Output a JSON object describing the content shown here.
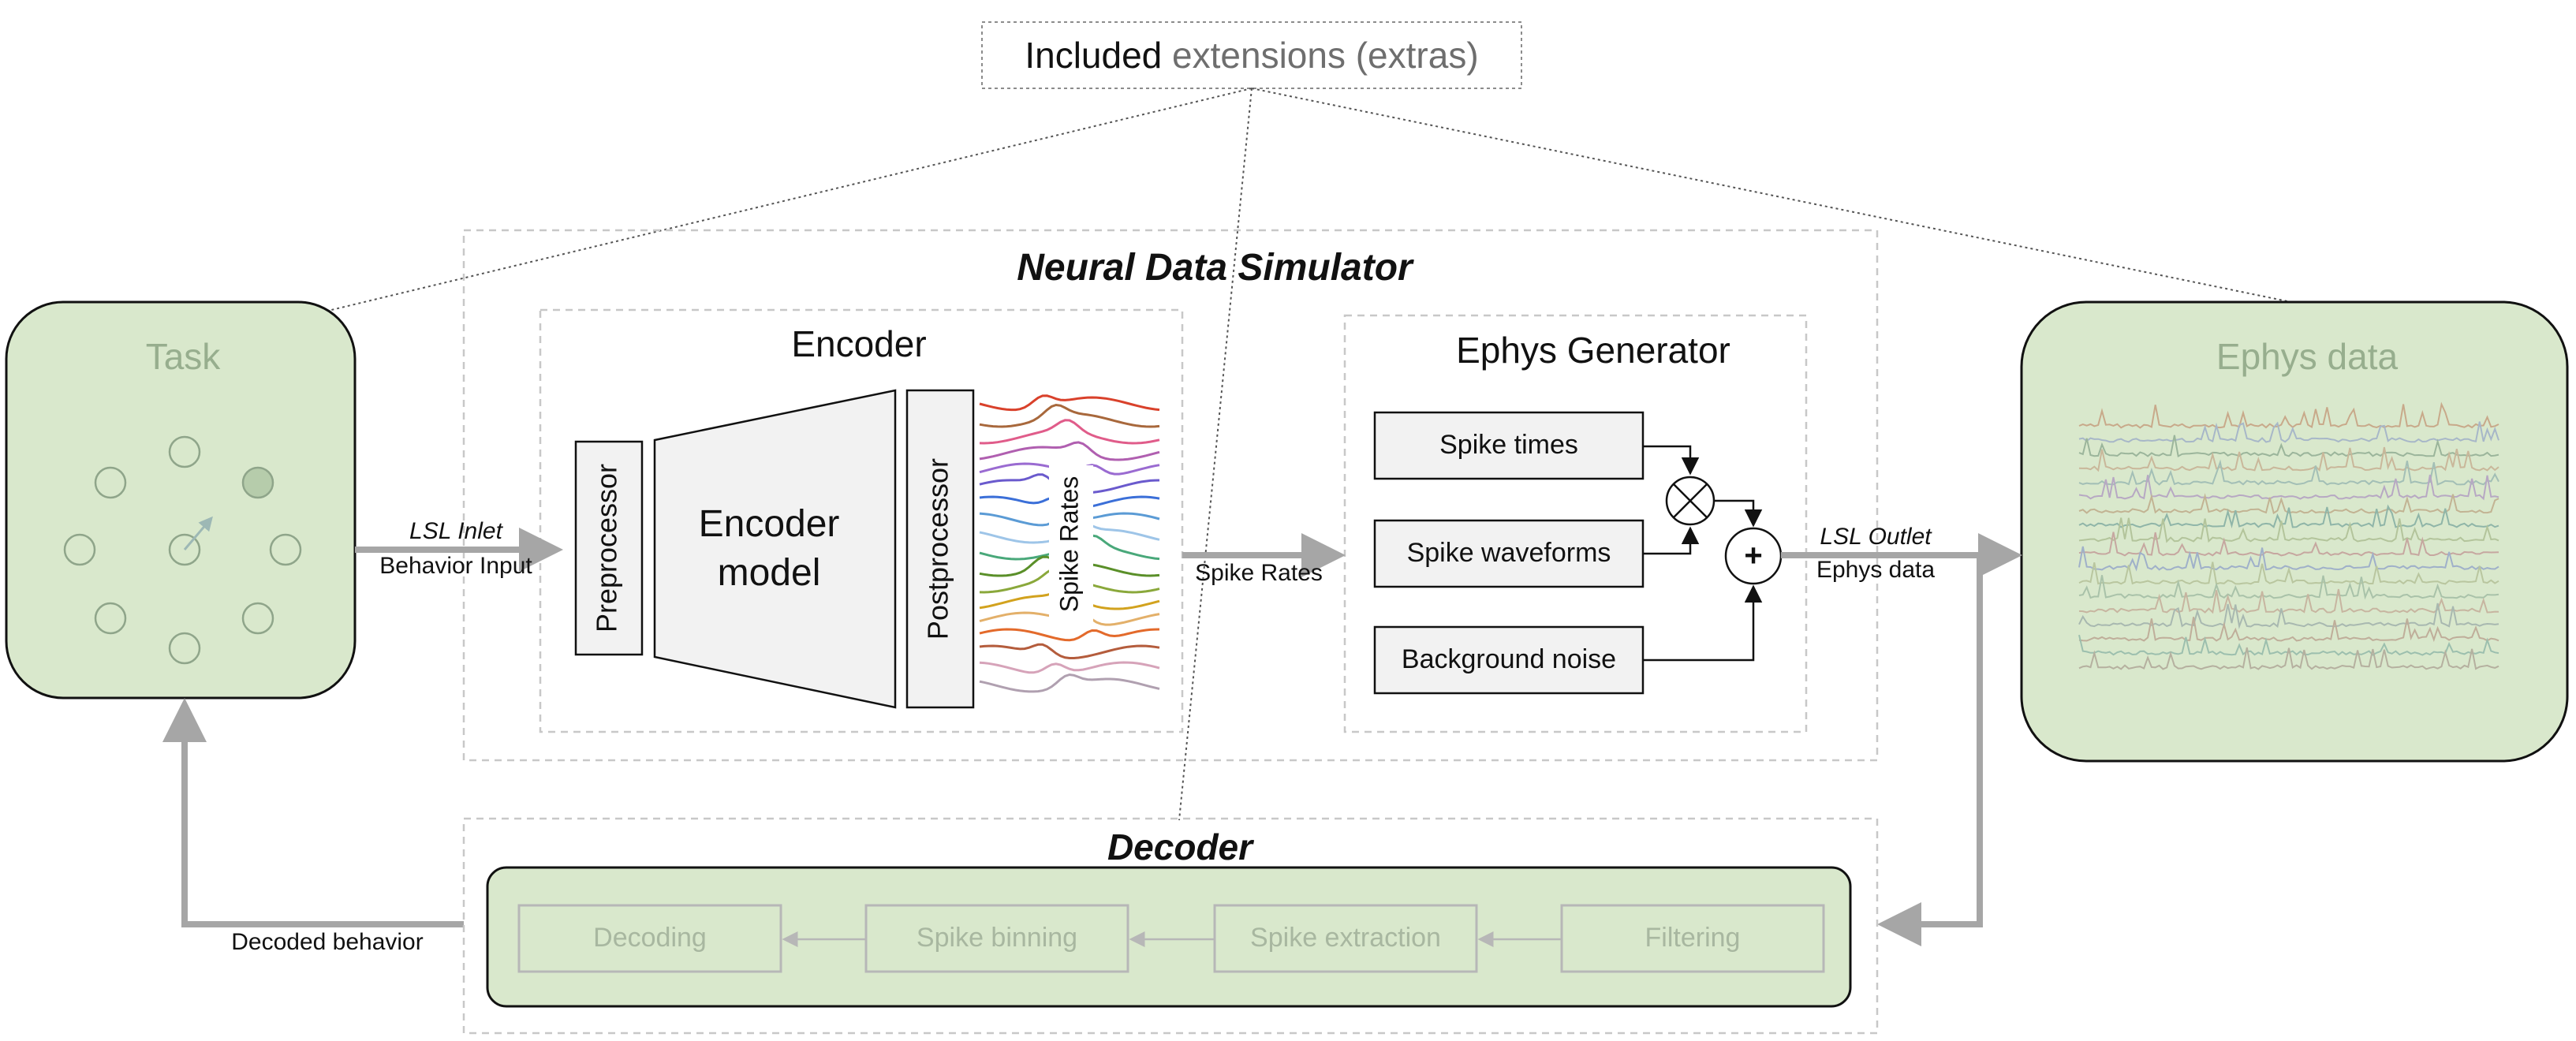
{
  "header": {
    "included": "Included",
    "extensions": "extensions (extras)"
  },
  "task": {
    "title": "Task"
  },
  "ephys_data": {
    "title": "Ephys data"
  },
  "simulator": {
    "title": "Neural Data Simulator"
  },
  "encoder": {
    "title": "Encoder",
    "preprocessor": "Preprocessor",
    "model_line1": "Encoder",
    "model_line2": "model",
    "postprocessor": "Postprocessor",
    "spike_rates_vertical": "Spike Rates"
  },
  "generator": {
    "title": "Ephys Generator",
    "spike_times": "Spike times",
    "spike_waveforms": "Spike waveforms",
    "background_noise": "Background noise",
    "multiply_symbol": "×",
    "add_symbol": "+"
  },
  "connections": {
    "lsl_inlet": "LSL Inlet",
    "behavior_input": "Behavior Input",
    "spike_rates": "Spike Rates",
    "lsl_outlet": "LSL Outlet",
    "ephys_data": "Ephys data",
    "decoded_behavior": "Decoded behavior"
  },
  "decoder": {
    "title": "Decoder",
    "stages": [
      "Decoding",
      "Spike binning",
      "Spike extraction",
      "Filtering"
    ]
  },
  "colors": {
    "extension_fill": "#d9e8cc",
    "extension_text": "#97ae8e",
    "box_fill": "#f2f2f2",
    "arrow_gray": "#a6a6a6",
    "dashed_border": "#bdbdbd"
  },
  "spike_trace_colors": [
    "#d9412b",
    "#a8683c",
    "#e05c8a",
    "#b05fb0",
    "#9a6bd1",
    "#6a5acd",
    "#3b6fd8",
    "#5b9bd5",
    "#9ec5e8",
    "#49a87a",
    "#5a8f29",
    "#8aa83b",
    "#d2a21e",
    "#e3b06a",
    "#e36a2b",
    "#b45c3c",
    "#d6a3b9",
    "#b0a0b0"
  ],
  "ephys_trace_colors": [
    "#c8a98a",
    "#a7b7c8",
    "#9bb59b",
    "#c9b79a",
    "#a3bfb6",
    "#b7a8c3",
    "#c2b393",
    "#8fb5a8",
    "#b3c49b",
    "#c6a7a0",
    "#9fb0c9",
    "#b9c69f",
    "#a9c2a9",
    "#c7b5a0",
    "#a8b8b0",
    "#bfae9a",
    "#9cbfae",
    "#b5b09f"
  ]
}
